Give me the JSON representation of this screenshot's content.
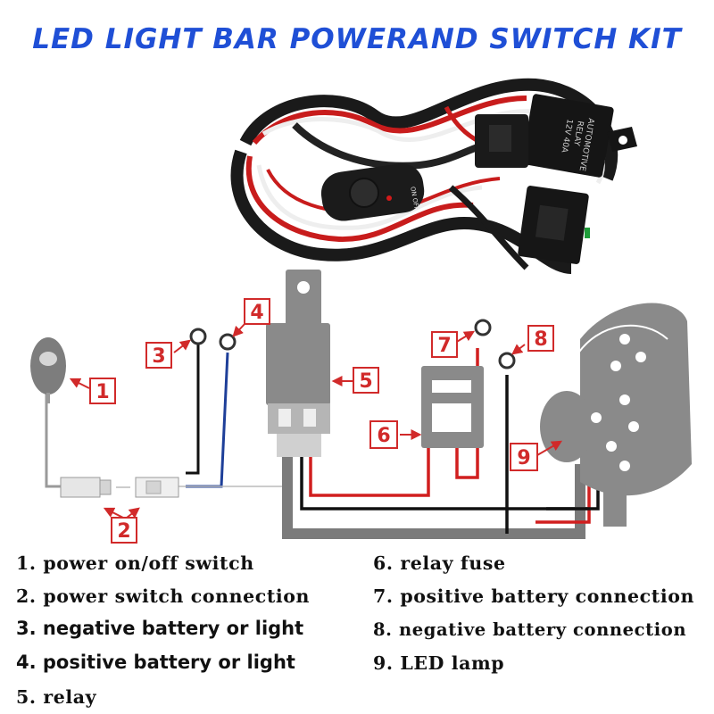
{
  "title": "LED Light Bar PowerAnd Switch Kit",
  "product_labels": {
    "switch_marking": "ON OFF",
    "relay_line1": "AUTOMOTIVE",
    "relay_line2": "RELAY",
    "relay_line3": "12V 40A"
  },
  "callouts": [
    "1",
    "2",
    "3",
    "4",
    "5",
    "6",
    "7",
    "8",
    "9"
  ],
  "legend": [
    "1. power on/off switch",
    "2. power switch connection",
    "3. negative battery or light",
    "4. positive battery or light",
    "5. relay",
    "6. relay fuse",
    "7. positive battery connection",
    "8. negative battery connection",
    "9. LED lamp"
  ],
  "colors": {
    "title": "#1f4fd6",
    "callout_border": "#d12a2a",
    "wire_red": "#d11f1f",
    "wire_black": "#111111",
    "wire_blue": "#1e3f99",
    "component_gray": "#8a8a8a"
  }
}
